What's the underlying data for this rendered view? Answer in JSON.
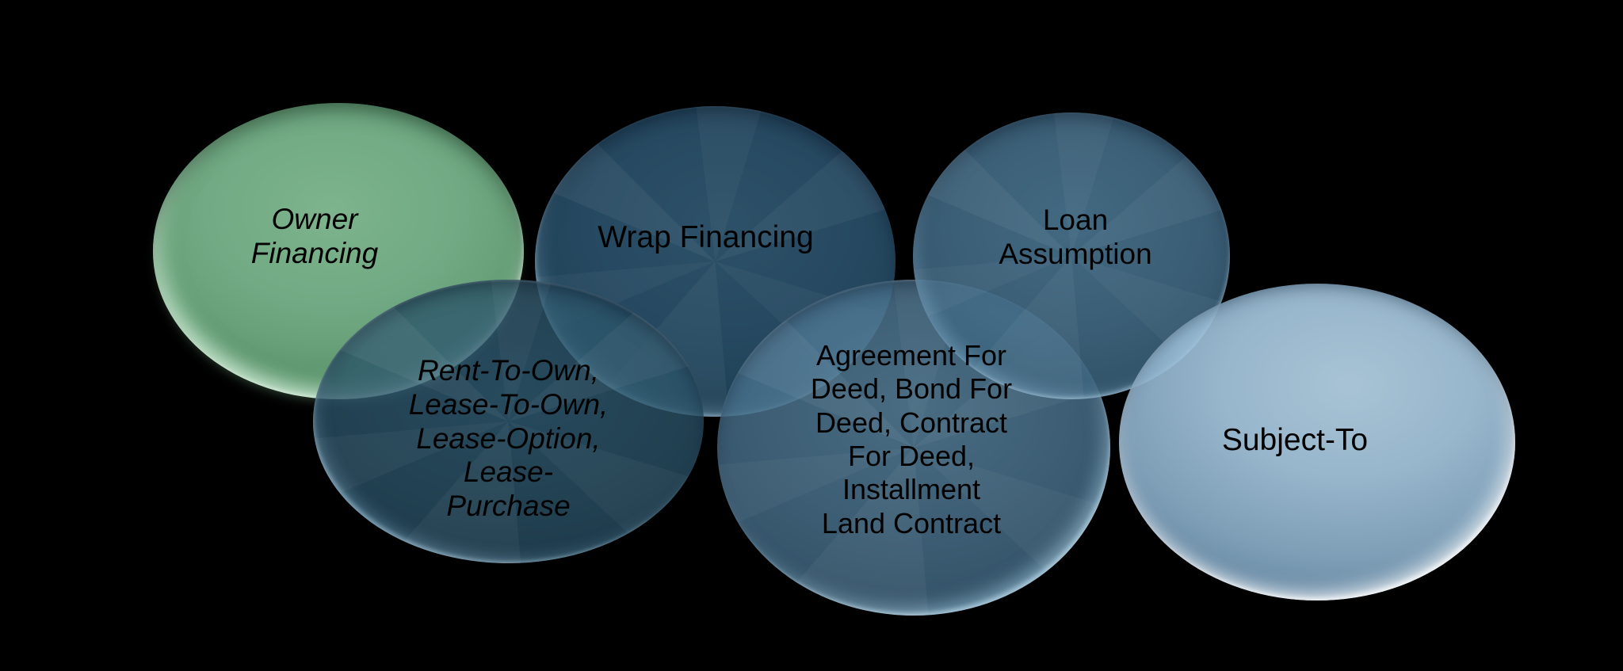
{
  "diagram": {
    "background_color": "#000000",
    "text_color": "#000000",
    "circles": [
      {
        "name": "owner-financing",
        "label": "Owner\nFinancing",
        "fill_color": "#6ea781",
        "font_style": "italic"
      },
      {
        "name": "wrap-financing",
        "label": "Wrap Financing",
        "fill_color": "#24455a",
        "font_style": "normal"
      },
      {
        "name": "loan-assumption",
        "label": "Loan\nAssumption",
        "fill_color": "#3a5e75",
        "font_style": "normal"
      },
      {
        "name": "rent-to-own-lease-options",
        "label": "Rent-To-Own,\nLease-To-Own,\nLease-Option,\nLease-\nPurchase",
        "fill_color": "#224253",
        "font_style": "italic"
      },
      {
        "name": "agreement-for-deed",
        "label": "Agreement For\nDeed, Bond For\nDeed, Contract\nFor Deed,\nInstallment\nLand Contract",
        "fill_color": "#3a5a70",
        "font_style": "normal"
      },
      {
        "name": "subject-to",
        "label": "Subject-To",
        "fill_color": "#85a8c0",
        "font_style": "normal"
      }
    ]
  }
}
